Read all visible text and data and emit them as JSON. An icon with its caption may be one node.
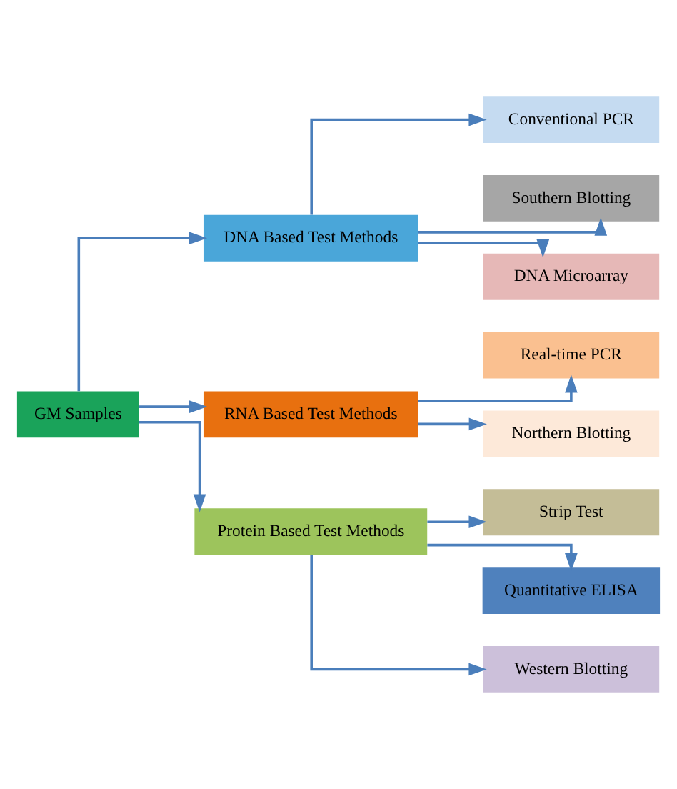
{
  "diagram": {
    "nodes": [
      {
        "text": [
          "GM Samples"
        ]
      },
      {
        "text": [
          "DNA Based Test Methods"
        ]
      },
      {
        "text": [
          "RNA Based Test Methods"
        ]
      },
      {
        "text": [
          "Protein Based Test Methods"
        ]
      },
      {
        "text": [
          "Conventional PCR"
        ]
      },
      {
        "text": [
          "Southern Blotting"
        ]
      },
      {
        "text": [
          "DNA Microarray"
        ]
      },
      {
        "text": [
          "Real-time PCR"
        ]
      },
      {
        "text": [
          "Northern Blotting"
        ]
      },
      {
        "text": [
          "Strip Test"
        ]
      },
      {
        "text": [
          "Quantitative ELISA"
        ]
      },
      {
        "text": [
          "Western Blotting"
        ]
      }
    ],
    "edges": [
      {
        "from": 0,
        "to": 1,
        "arrow": "to"
      },
      {
        "from": 0,
        "to": 2,
        "arrow": "to"
      },
      {
        "from": 0,
        "to": 3,
        "arrow": "to"
      },
      {
        "from": 1,
        "to": 4,
        "arrow": "to"
      },
      {
        "from": 1,
        "to": 5,
        "arrow": "to"
      },
      {
        "from": 1,
        "to": 6,
        "arrow": "to"
      },
      {
        "from": 2,
        "to": 7,
        "arrow": "to"
      },
      {
        "from": 2,
        "to": 8,
        "arrow": "to"
      },
      {
        "from": 3,
        "to": 9,
        "arrow": "to"
      },
      {
        "from": 3,
        "to": 10,
        "arrow": "to"
      },
      {
        "from": 3,
        "to": 11,
        "arrow": "to"
      }
    ]
  }
}
